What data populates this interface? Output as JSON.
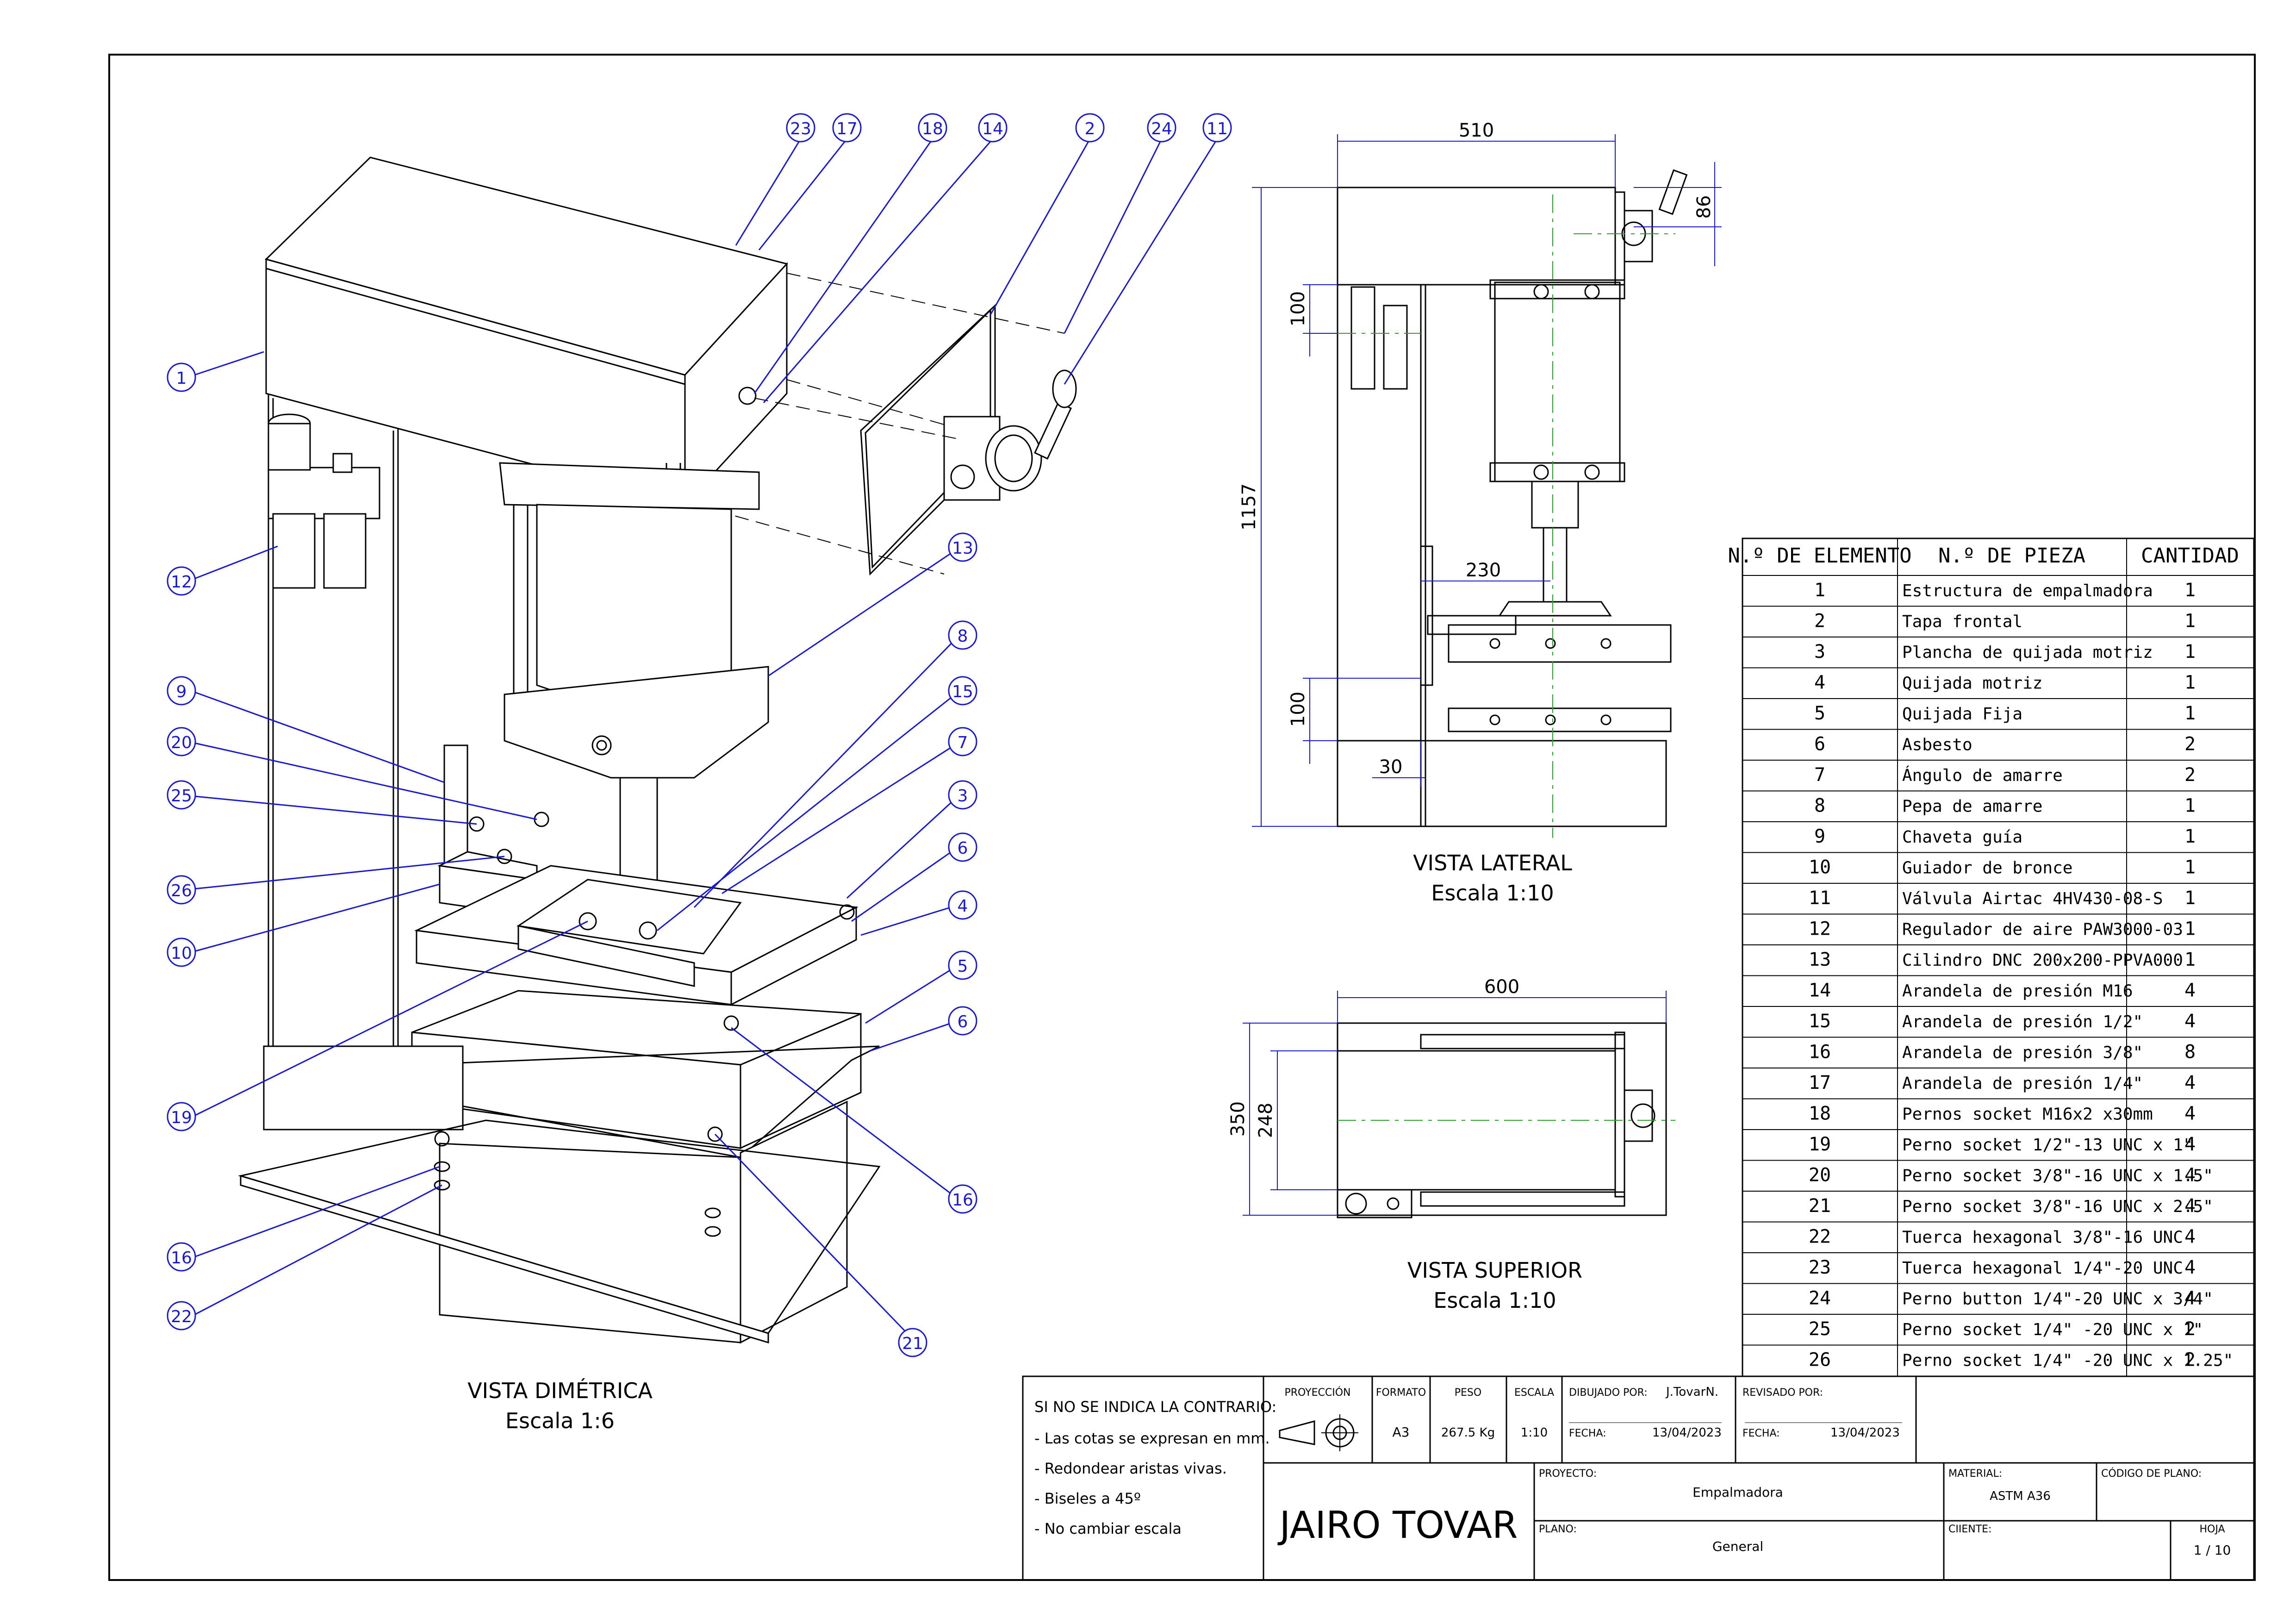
{
  "views": {
    "dimetric": {
      "title": "VISTA DIMÉTRICA",
      "scale": "Escala 1:6"
    },
    "lateral": {
      "title": "VISTA LATERAL",
      "scale": "Escala 1:10"
    },
    "superior": {
      "title": "VISTA SUPERIOR",
      "scale": "Escala 1:10"
    }
  },
  "balloons": [
    "23",
    "17",
    "18",
    "14",
    "2",
    "24",
    "11",
    "1",
    "12",
    "13",
    "8",
    "9",
    "20",
    "15",
    "7",
    "25",
    "3",
    "6",
    "26",
    "4",
    "10",
    "5",
    "6",
    "19",
    "16",
    "16",
    "22",
    "21"
  ],
  "dimensions": {
    "lateral": {
      "width": "510",
      "height_total": "1157",
      "top_right": "86",
      "left_upper": "100",
      "left_lower": "100",
      "mid": "230",
      "bottom": "30"
    },
    "superior": {
      "width": "600",
      "depth": "350",
      "inner": "248"
    }
  },
  "parts_table": {
    "headers": [
      "N.º DE ELEMENTO",
      "N.º DE PIEZA",
      "CANTIDAD"
    ],
    "rows": [
      [
        "1",
        "Estructura de empalmadora",
        "1"
      ],
      [
        "2",
        "Tapa frontal",
        "1"
      ],
      [
        "3",
        "Plancha de quijada motriz",
        "1"
      ],
      [
        "4",
        "Quijada motriz",
        "1"
      ],
      [
        "5",
        "Quijada Fija",
        "1"
      ],
      [
        "6",
        "Asbesto",
        "2"
      ],
      [
        "7",
        "Ángulo de amarre",
        "2"
      ],
      [
        "8",
        "Pepa de amarre",
        "1"
      ],
      [
        "9",
        "Chaveta guía",
        "1"
      ],
      [
        "10",
        "Guiador de bronce",
        "1"
      ],
      [
        "11",
        "Válvula Airtac 4HV430-08-S",
        "1"
      ],
      [
        "12",
        "Regulador de aire  PAW3000-03",
        "1"
      ],
      [
        "13",
        "Cilindro DNC 200x200-PPVA000",
        "1"
      ],
      [
        "14",
        "Arandela de presión M16",
        "4"
      ],
      [
        "15",
        "Arandela de presión 1/2\"",
        "4"
      ],
      [
        "16",
        "Arandela de presión 3/8\"",
        "8"
      ],
      [
        "17",
        "Arandela de presión 1/4\"",
        "4"
      ],
      [
        "18",
        "Pernos socket M16x2 x30mm",
        "4"
      ],
      [
        "19",
        "Perno socket  1/2\"-13 UNC x 1\"",
        "4"
      ],
      [
        "20",
        "Perno socket 3/8\"-16 UNC x 1.5\"",
        "4"
      ],
      [
        "21",
        "Perno socket 3/8\"-16 UNC x 2.5\"",
        "4"
      ],
      [
        "22",
        "Tuerca hexagonal 3/8\"-16 UNC",
        "4"
      ],
      [
        "23",
        "Tuerca hexagonal 1/4\"-20 UNC",
        "4"
      ],
      [
        "24",
        "Perno button 1/4\"-20 UNC x 3/4\"",
        "4"
      ],
      [
        "25",
        "Perno socket  1/4\" -20 UNC x 1\"",
        "2"
      ],
      [
        "26",
        "Perno socket  1/4\" -20 UNC x 1.25\"",
        "2"
      ]
    ]
  },
  "title_block": {
    "notes": [
      "SI NO SE INDICA LA CONTRARIO:",
      "- Las cotas se expresan en mm.",
      "- Redondear aristas vivas.",
      "- Biseles a 45º",
      "- No cambiar escala"
    ],
    "proyeccion_label": "PROYECCIÓN",
    "formato_label": "FORMATO",
    "formato": "A3",
    "peso_label": "PESO",
    "peso": "267.5  Kg",
    "escala_label": "ESCALA",
    "escala": "1:10",
    "dibujado_label": "DIBUJADO POR:",
    "dibujado": "J.TovarN.",
    "fecha1_label": "FECHA:",
    "fecha1": "13/04/2023",
    "revisado_label": "REVISADO POR:",
    "fecha2_label": "FECHA:",
    "fecha2": "13/04/2023",
    "author": "JAIRO TOVAR",
    "proyecto_label": "PROYECTO:",
    "proyecto": "Empalmadora",
    "material_label": "MATERIAL:",
    "material": "ASTM A36",
    "codigo_label": "CÓDIGO DE PLANO:",
    "plano_label": "PLANO:",
    "plano": "General",
    "cliente_label": "CIIENTE:",
    "hoja_label": "HOJA",
    "hoja": "1  /  10"
  },
  "colors": {
    "line": "#000000",
    "balloon": "#1a1acc",
    "center": "#2e9e2e"
  }
}
